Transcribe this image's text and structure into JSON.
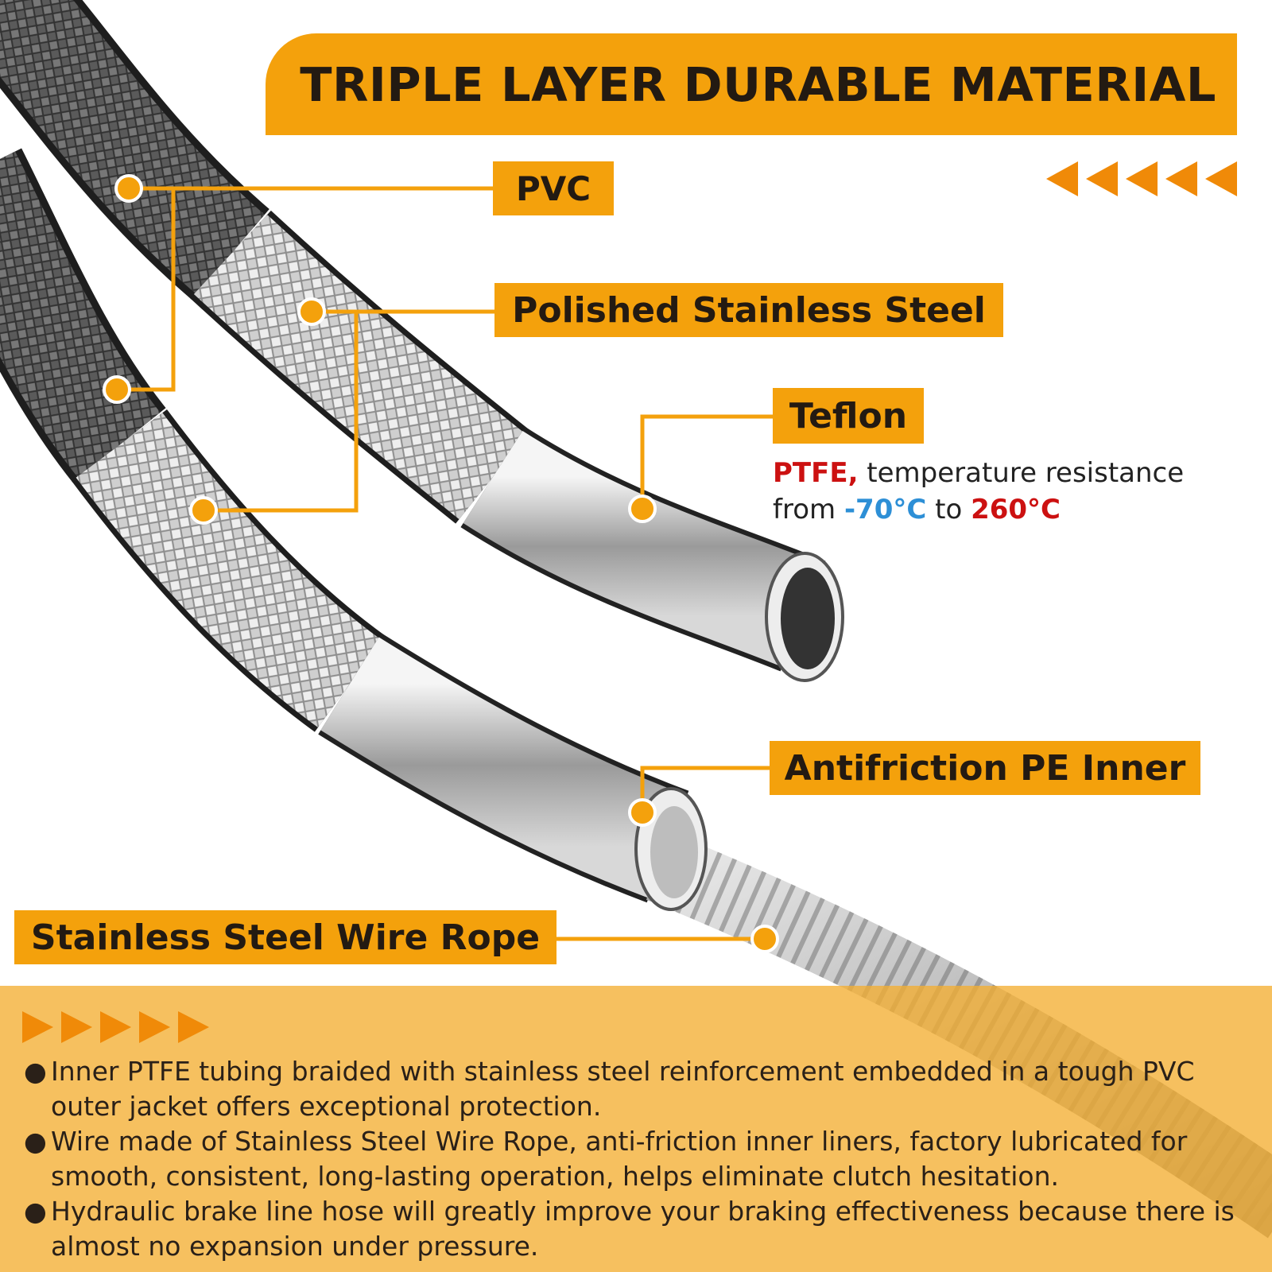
{
  "banner": {
    "title": "TRIPLE LAYER DURABLE MATERIAL"
  },
  "labels": {
    "pvc": "PVC",
    "steel": "Polished Stainless Steel",
    "teflon": "Teflon",
    "pe": "Antifriction PE Inner",
    "rope": "Stainless Steel Wire Rope"
  },
  "teflon_note": {
    "ptfe": "PTFE,",
    "text1": " temperature resistance",
    "from": "from ",
    "low": "-70°C",
    "to": " to ",
    "high": "260°C"
  },
  "bullets": [
    "Inner PTFE tubing braided with stainless steel reinforcement embedded in a tough PVC outer jacket offers exceptional protection.",
    "Wire made of Stainless Steel Wire Rope, anti-friction inner liners, factory lubricated for smooth, consistent, long-lasting operation, helps eliminate clutch hesitation.",
    "Hydraulic brake line hose will greatly improve your braking effectiveness because there is almost no expansion under pressure."
  ],
  "bullet_symbol": "●",
  "icons": [
    "arrow-left-icon",
    "arrow-right-icon"
  ],
  "colors": {
    "accent": "#f4a10c",
    "arrow": "#f08a08",
    "dark_text": "#231a12",
    "red": "#cc1111",
    "blue": "#2d8fd6"
  }
}
